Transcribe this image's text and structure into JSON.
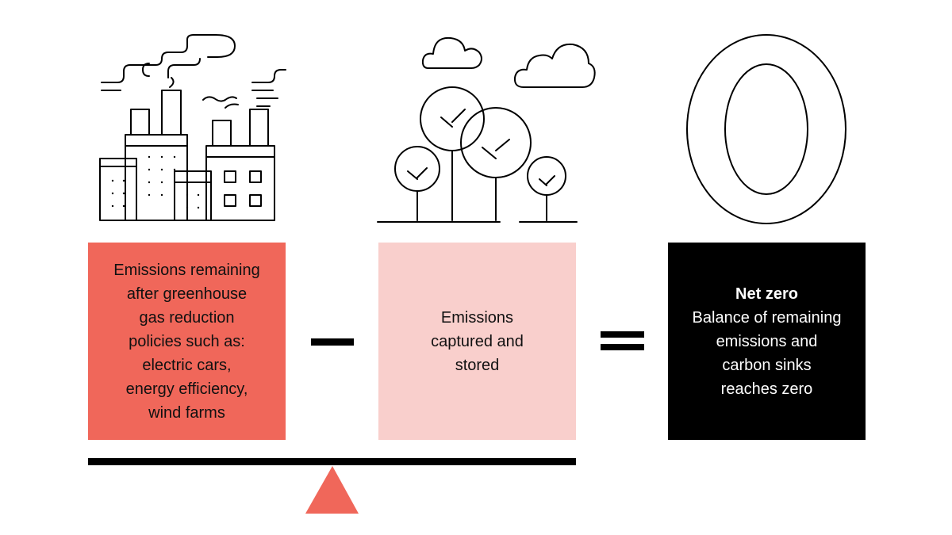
{
  "colors": {
    "emissions_box": "#f0675a",
    "captured_box": "#f9cfcc",
    "netzero_box": "#000000",
    "fulcrum": "#f0675a",
    "line_art": "#000000"
  },
  "icons": {
    "factory": "factory-icon",
    "trees": "forest-icon",
    "zero": "zero-icon"
  },
  "boxes": {
    "emissions": {
      "text": "Emissions remaining\nafter greenhouse\ngas reduction\npolicies such as:\nelectric cars,\nenergy efficiency,\nwind farms"
    },
    "captured": {
      "text": "Emissions\ncaptured and\nstored"
    },
    "netzero": {
      "title": "Net zero",
      "text": "Balance of remaining\nemissions and\ncarbon sinks\nreaches zero"
    }
  }
}
